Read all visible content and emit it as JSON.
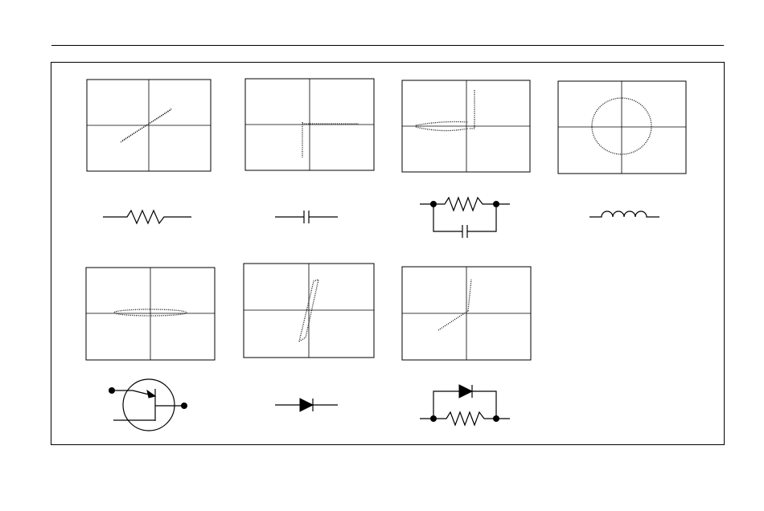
{
  "diagram": {
    "panels": [
      {
        "id": "resistor",
        "trace": "diagonal-line",
        "symbol": "resistor-icon"
      },
      {
        "id": "capacitor",
        "trace": "horizontal-and-vertical-line",
        "symbol": "capacitor-icon"
      },
      {
        "id": "resistor-capacitor-parallel",
        "trace": "bent-horizontal-and-vertical",
        "symbol": "rc-parallel-icon"
      },
      {
        "id": "inductor",
        "trace": "circle",
        "symbol": "inductor-icon"
      },
      {
        "id": "transistor",
        "trace": "flat-ellipse",
        "symbol": "transistor-icon"
      },
      {
        "id": "diode",
        "trace": "steep-loop",
        "symbol": "diode-icon"
      },
      {
        "id": "diode-resistor-parallel",
        "trace": "knee-curve",
        "symbol": "diode-resistor-parallel-icon"
      }
    ]
  }
}
